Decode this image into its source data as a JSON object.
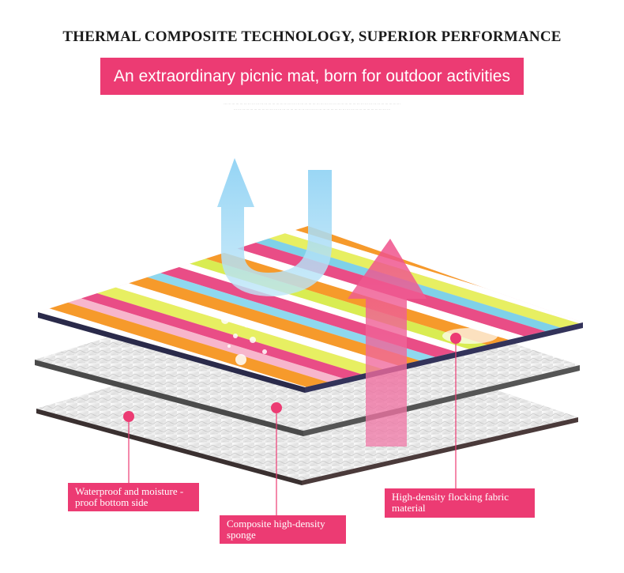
{
  "header": {
    "title": "THERMAL COMPOSITE TECHNOLOGY, SUPERIOR PERFORMANCE",
    "banner": "An extraordinary picnic mat, born for outdoor activities"
  },
  "layers": {
    "bottom_label": "Waterproof and moisture -proof bottom side",
    "middle_label": "Composite high-density sponge",
    "top_label": "High-density flocking fabric material"
  },
  "colors": {
    "accent": "#ec3b73",
    "arrow_blue": "#9fd8f5",
    "layer_border": "#2a2a4a"
  }
}
